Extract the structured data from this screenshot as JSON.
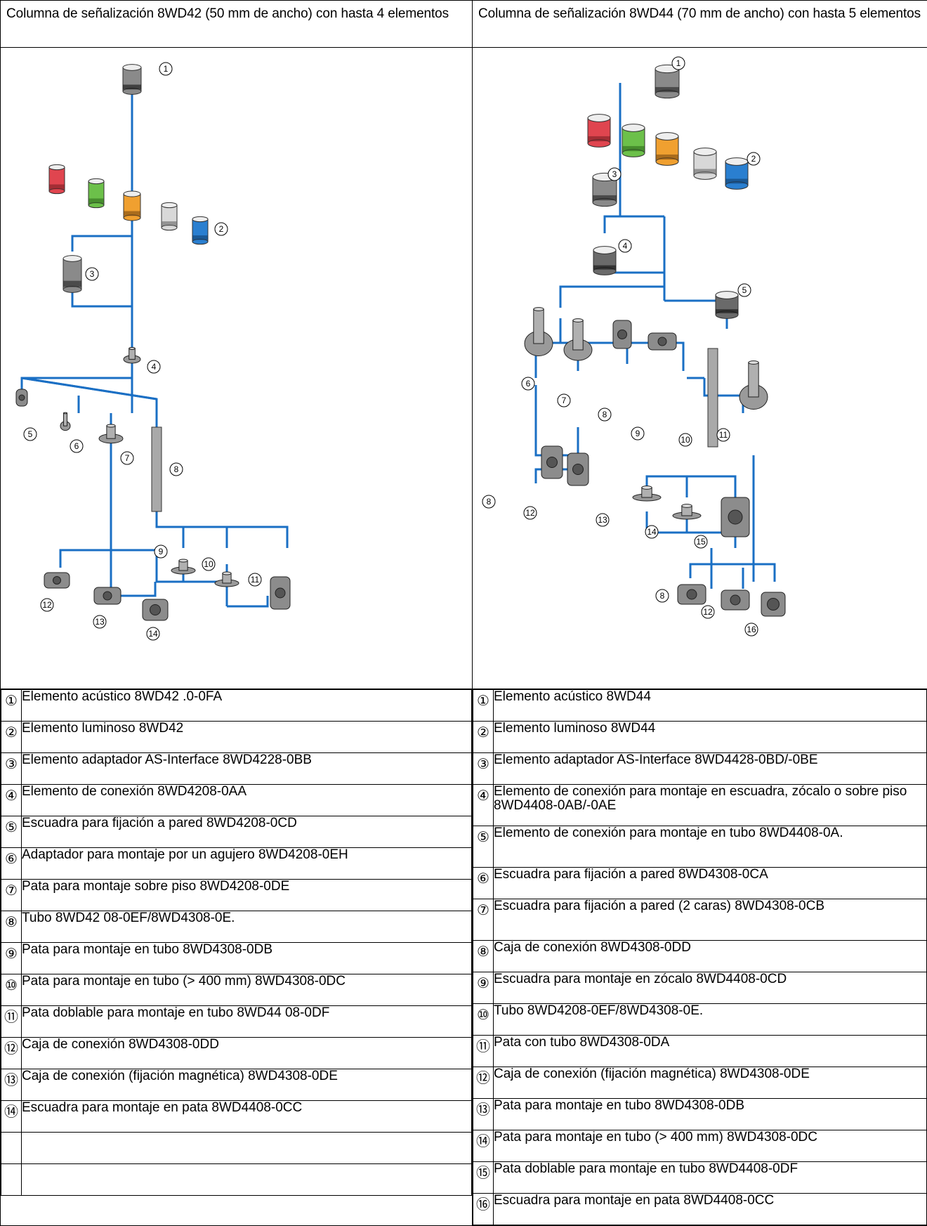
{
  "header": {
    "left_title": "Columna de señalización 8WD42 (50 mm de ancho) con hasta 4 elementos",
    "right_title": "Columna de señalización 8WD44 (70 mm de ancho) con hasta 5 elementos"
  },
  "left_figure": {
    "callouts": [
      "1",
      "2",
      "3",
      "4",
      "5",
      "6",
      "7",
      "8",
      "9",
      "10",
      "11",
      "12",
      "13",
      "14"
    ]
  },
  "right_figure": {
    "callouts": [
      "1",
      "2",
      "3",
      "4",
      "5",
      "6",
      "7",
      "8",
      "9",
      "10",
      "11",
      "8",
      "12",
      "13",
      "14",
      "15",
      "8",
      "12",
      "16"
    ]
  },
  "left_legend": [
    {
      "num": "①",
      "text": "Elemento acústico 8WD42 .0-0FA"
    },
    {
      "num": "②",
      "text": "Elemento luminoso 8WD42"
    },
    {
      "num": "③",
      "text": "Elemento adaptador AS-Interface 8WD4228-0BB"
    },
    {
      "num": "④",
      "text": "Elemento de conexión 8WD4208-0AA"
    },
    {
      "num": "⑤",
      "text": "Escuadra para fijación a pared 8WD4208-0CD"
    },
    {
      "num": "⑥",
      "text": "Adaptador para montaje por un agujero 8WD4208-0EH"
    },
    {
      "num": "⑦",
      "text": "Pata para montaje sobre piso 8WD4208-0DE"
    },
    {
      "num": "⑧",
      "text": "Tubo 8WD42 08-0EF/8WD4308-0E."
    },
    {
      "num": "⑨",
      "text": "Pata para montaje en tubo 8WD4308-0DB"
    },
    {
      "num": "⑩",
      "text": "Pata para montaje en tubo (> 400 mm) 8WD4308-0DC"
    },
    {
      "num": "⑪",
      "text": "Pata doblable para montaje en tubo 8WD44 08-0DF"
    },
    {
      "num": "⑫",
      "text": "Caja de conexión 8WD4308-0DD"
    },
    {
      "num": "⑬",
      "text": "Caja de conexión (fijación magnética) 8WD4308-0DE"
    },
    {
      "num": "⑭",
      "text": "Escuadra para montaje en pata 8WD4408-0CC"
    },
    {
      "num": "",
      "text": ""
    },
    {
      "num": "",
      "text": ""
    }
  ],
  "right_legend": [
    {
      "num": "①",
      "text": "Elemento acústico 8WD44"
    },
    {
      "num": "②",
      "text": "Elemento luminoso 8WD44"
    },
    {
      "num": "③",
      "text": "Elemento adaptador AS-Interface 8WD4428-0BD/-0BE"
    },
    {
      "num": "④",
      "text": "Elemento de conexión para montaje en escuadra, zócalo o sobre piso 8WD4408-0AB/-0AE"
    },
    {
      "num": "⑤",
      "text": "Elemento de conexión para montaje en tubo 8WD4408-0A."
    },
    {
      "num": "⑥",
      "text": "Escuadra para fijación a pared 8WD4308-0CA"
    },
    {
      "num": "⑦",
      "text": "Escuadra para fijación a pared (2 caras) 8WD4308-0CB"
    },
    {
      "num": "⑧",
      "text": "Caja de conexión 8WD4308-0DD"
    },
    {
      "num": "⑨",
      "text": "Escuadra para montaje en zócalo 8WD4408-0CD"
    },
    {
      "num": "⑩",
      "text": "Tubo 8WD4208-0EF/8WD4308-0E."
    },
    {
      "num": "⑪",
      "text": "Pata con tubo 8WD4308-0DA"
    },
    {
      "num": "⑫",
      "text": "Caja de conexión (fijación magnética) 8WD4308-0DE"
    },
    {
      "num": "⑬",
      "text": "Pata para montaje en tubo 8WD4308-0DB"
    },
    {
      "num": "⑭",
      "text": "Pata para montaje en tubo (> 400 mm) 8WD4308-0DC"
    },
    {
      "num": "⑮",
      "text": "Pata doblable para montaje en tubo 8WD4408-0DF"
    },
    {
      "num": "⑯",
      "text": "Escuadra para montaje en pata 8WD4408-0CC"
    }
  ],
  "colors": {
    "connector_line": "#1a6fc4",
    "red_element": "#e0454f",
    "green_element": "#6cc04a",
    "orange_element": "#f0a030",
    "white_element": "#d8d8d8",
    "blue_element": "#2a7fd0",
    "gray_element": "#8a8a8a"
  }
}
